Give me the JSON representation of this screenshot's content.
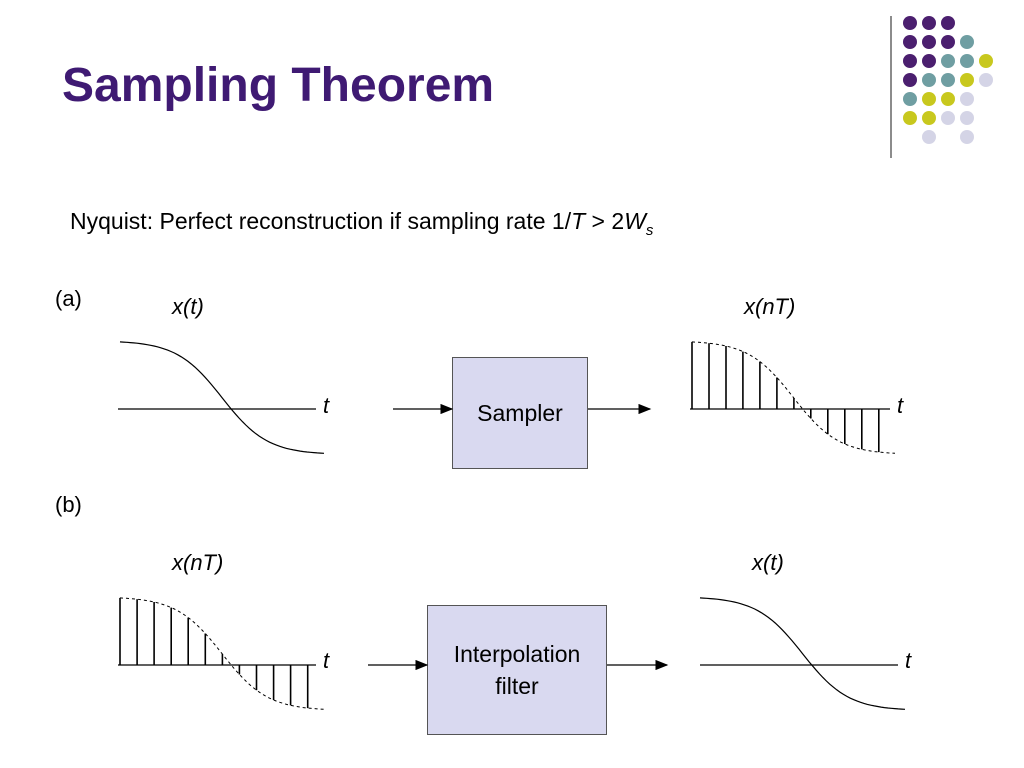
{
  "slide": {
    "title": "Sampling Theorem",
    "nyquist": {
      "prefix": "Nyquist:  Perfect reconstruction if sampling rate 1/",
      "T": "T",
      "gt": " > 2",
      "W": "W",
      "sub": "s"
    }
  },
  "panel_a": {
    "tag": "(a)",
    "input_label": "x(t)",
    "input_axis": "t",
    "block_label": "Sampler",
    "output_label": "x(nT)",
    "output_axis": "t"
  },
  "panel_b": {
    "tag": "(b)",
    "input_label": "x(nT)",
    "input_axis": "t",
    "block_label_line1": "Interpolation",
    "block_label_line2": "filter",
    "output_label": "x(t)",
    "output_axis": "t"
  },
  "decor": {
    "colors": {
      "purple": "#4b1f6f",
      "teal": "#6f9ea2",
      "olive": "#c8c81e",
      "lavender": "#d4d4e6",
      "title": "#3f1a73",
      "box_fill": "#d9d9f0"
    },
    "dot_grid": [
      [
        "purple",
        "purple",
        "purple",
        "",
        ""
      ],
      [
        "purple",
        "purple",
        "purple",
        "teal",
        ""
      ],
      [
        "purple",
        "purple",
        "teal",
        "teal",
        "olive"
      ],
      [
        "purple",
        "teal",
        "teal",
        "olive",
        "lavender"
      ],
      [
        "teal",
        "olive",
        "olive",
        "lavender",
        ""
      ],
      [
        "olive",
        "olive",
        "lavender",
        "lavender",
        ""
      ],
      [
        "",
        "lavender",
        "",
        "lavender",
        ""
      ]
    ]
  }
}
